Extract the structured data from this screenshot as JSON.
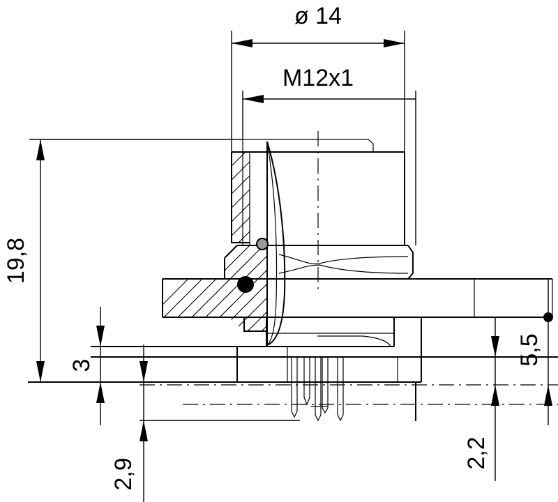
{
  "drawing": {
    "dimensions": {
      "outer_diameter": "ø 14",
      "thread": "M12x1",
      "overall_height": "19,8",
      "base_height": "3",
      "pin_length": "2,9",
      "panel_offset": "5,5",
      "pin_offset": "2,2"
    },
    "colors": {
      "line": "#000000",
      "background": "#ffffff"
    }
  }
}
